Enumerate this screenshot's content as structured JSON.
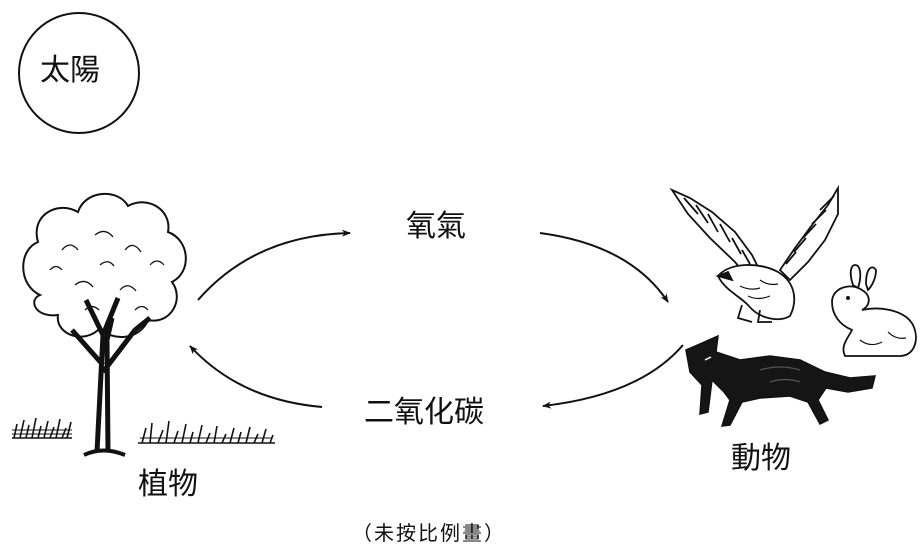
{
  "diagram": {
    "sun": "太陽",
    "oxygen": "氧氣",
    "carbon_dioxide": "二氧化碳",
    "plants": "植物",
    "animals": "動物",
    "scale_note": "（未按比例畫）"
  },
  "colors": {
    "ink": "#111111",
    "background": "#ffffff"
  }
}
